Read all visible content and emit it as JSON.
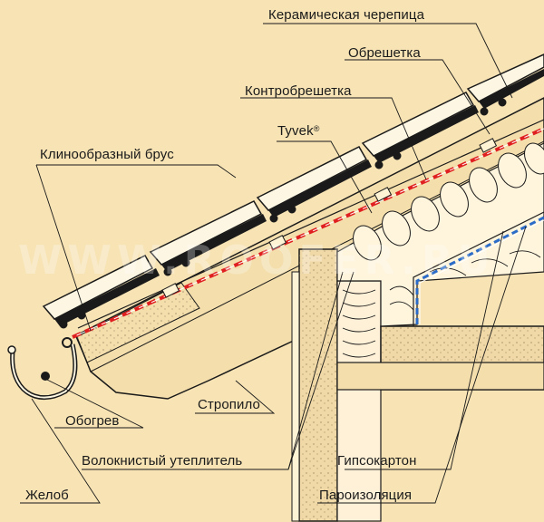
{
  "watermark": "WWW.ROOFER.RU",
  "colors": {
    "background": "#f7e3b4",
    "tyvek": "#e02020",
    "vapor_barrier": "#2b6cc8",
    "line": "#1a1a1a"
  },
  "labels": {
    "ceramic_tile": "Керамическая черепица",
    "battens": "Обрешетка",
    "counter_battens": "Контробрешетка",
    "tyvek": "Tyvek",
    "tyvek_mark": "®",
    "wedge_beam": "Клинообразный брус",
    "rafter": "Стропило",
    "heating": "Обогрев",
    "fibrous_insulation": "Волокнистый утеплитель",
    "drywall": "Гипсокартон",
    "gutter": "Желоб",
    "vapor_barrier": "Пароизоляция"
  }
}
